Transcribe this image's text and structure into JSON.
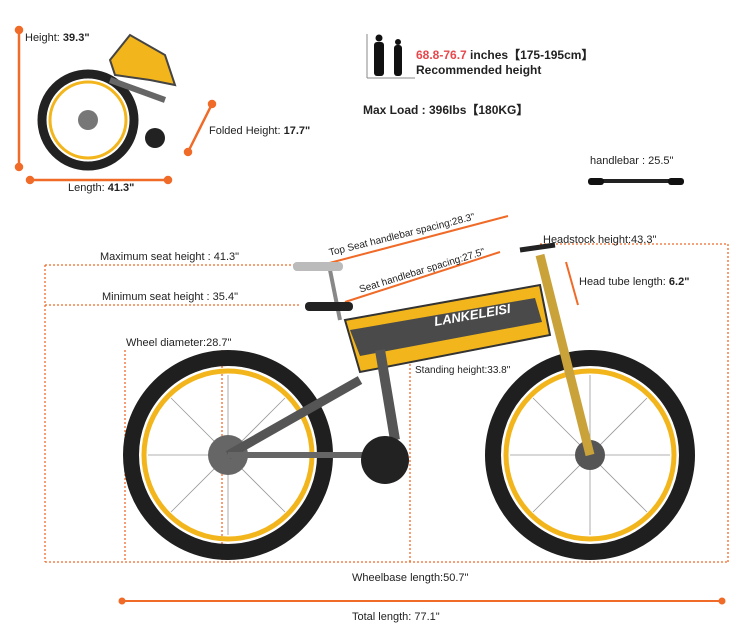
{
  "colors": {
    "accent": "#f06a28",
    "frame_yellow": "#f2b51c",
    "frame_gray": "#5a5a5a",
    "highlight": "#e8474c"
  },
  "folded": {
    "height_label": "Height: ",
    "height_value": "39.3\"",
    "folded_height_label": "Folded Height: ",
    "folded_height_value": "17.7\"",
    "length_label": "Length: ",
    "length_value": "41.3\""
  },
  "rider": {
    "range": "68.8-76.7",
    "units": " inches【175-195cm】",
    "caption": "Recommended height",
    "max_load": "Max Load : 396Ibs【180KG】"
  },
  "handlebar": {
    "label": "handlebar : 25.5\""
  },
  "dimensions": {
    "max_seat": "Maximum seat height : 41.3\"",
    "min_seat": "Minimum seat height : 35.4\"",
    "wheel_diameter": "Wheel diameter:28.7\"",
    "top_seat_spacing": "Top Seat handlebar spacing:28.3\"",
    "seat_spacing": "Seat handlebar spacing:27.5\"",
    "headstock": "Headstock height:43.3\"",
    "head_tube_label": "Head tube length: ",
    "head_tube_value": "6.2\"",
    "standing": "Standing height:33.8\"",
    "wheelbase": "Wheelbase length:50.7\"",
    "total": "Total length: 77.1\""
  },
  "brand": {
    "logo": "LANKELEISI"
  }
}
